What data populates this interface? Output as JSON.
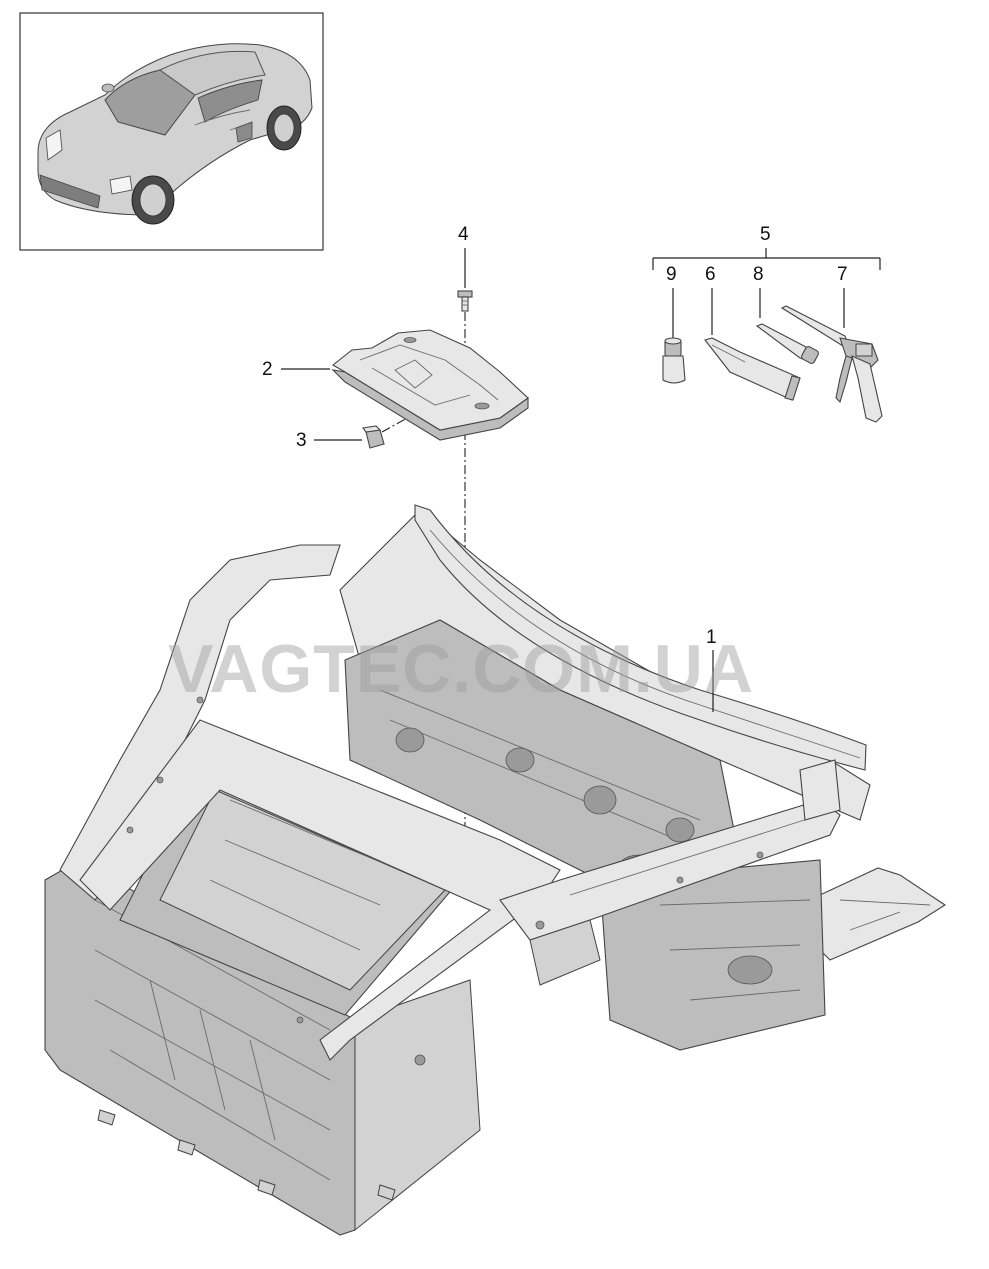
{
  "watermark": "VAGTEC.COM.UA",
  "callouts": {
    "c1": "1",
    "c2": "2",
    "c3": "3",
    "c4": "4",
    "c5": "5",
    "c6": "6",
    "c7": "7",
    "c8": "8",
    "c9": "9"
  },
  "colors": {
    "line": "#222222",
    "part_fill": "#e7e7e7",
    "part_shadow": "#bdbdbd",
    "watermark": "#9c9c9c"
  },
  "icons": {
    "thumbnail": "car-thumbnail-icon",
    "shield": "shield-plate-icon",
    "clip": "clip-nut-icon",
    "bolt": "bolt-icon",
    "primer": "primer-bottle-icon",
    "adhesive": "adhesive-tube-icon",
    "nozzle": "mixing-nozzle-icon",
    "gun": "dispensing-gun-icon",
    "body": "front-body-structure-icon"
  }
}
